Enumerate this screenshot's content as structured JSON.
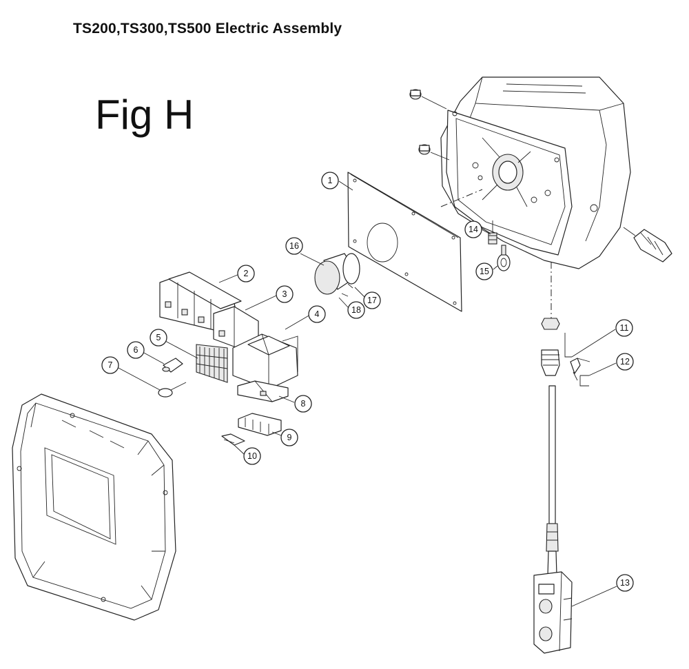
{
  "page_title": "TS200,TS300,TS500 Electric Assembly",
  "figure_label": "Fig H",
  "callouts": [
    "1",
    "2",
    "3",
    "4",
    "5",
    "6",
    "7",
    "8",
    "9",
    "10",
    "11",
    "12",
    "13",
    "14",
    "15",
    "16",
    "17",
    "18"
  ]
}
